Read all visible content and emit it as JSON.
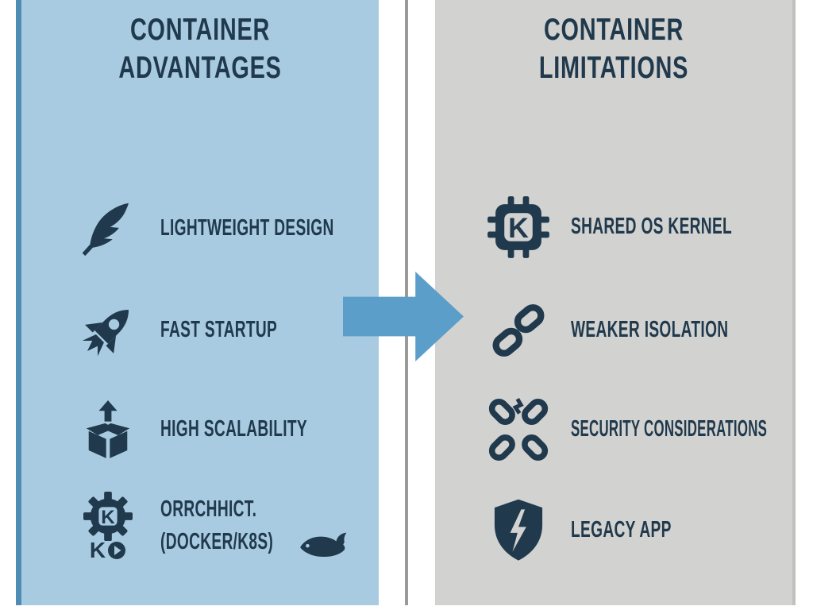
{
  "colors": {
    "panel_blue": "#a9cbe1",
    "panel_blue_edge": "#4e8cb4",
    "panel_gray": "#d2d2d0",
    "panel_gray_edge": "#c0c0be",
    "divider_gray": "#9a9a98",
    "ink_navy": "#20394c",
    "arrow_blue": "#5b9ec9"
  },
  "left_panel": {
    "title": "CONTAINER\nADVANTAGES",
    "items": [
      {
        "icon": "feather-icon",
        "label": "LIGHTWEIGHT DESIGN"
      },
      {
        "icon": "rocket-icon",
        "label": "FAST STARTUP"
      },
      {
        "icon": "scalability-box-icon",
        "label": "HIGH SCALABILITY"
      },
      {
        "icon": "gear-k-icon",
        "icon_letter": "K",
        "icon_badge_text": "K",
        "label_line1": "ORRCHHICT.",
        "label_line2": "(DOCKER/K8S)",
        "trailing_icon": "whale-icon"
      }
    ]
  },
  "right_panel": {
    "title": "CONTAINER\nLIMITATIONS",
    "items": [
      {
        "icon": "chip-k-icon",
        "icon_letter": "K",
        "label": "SHARED OS KERNEL"
      },
      {
        "icon": "chain-link-icon",
        "label": "WEAKER ISOLATION"
      },
      {
        "icon": "broken-chain-icon",
        "label": "SECURITY CONSIDERATIONS"
      },
      {
        "icon": "shield-bolt-icon",
        "label": "LEGACY APP"
      }
    ]
  },
  "arrow": {
    "direction": "right"
  }
}
